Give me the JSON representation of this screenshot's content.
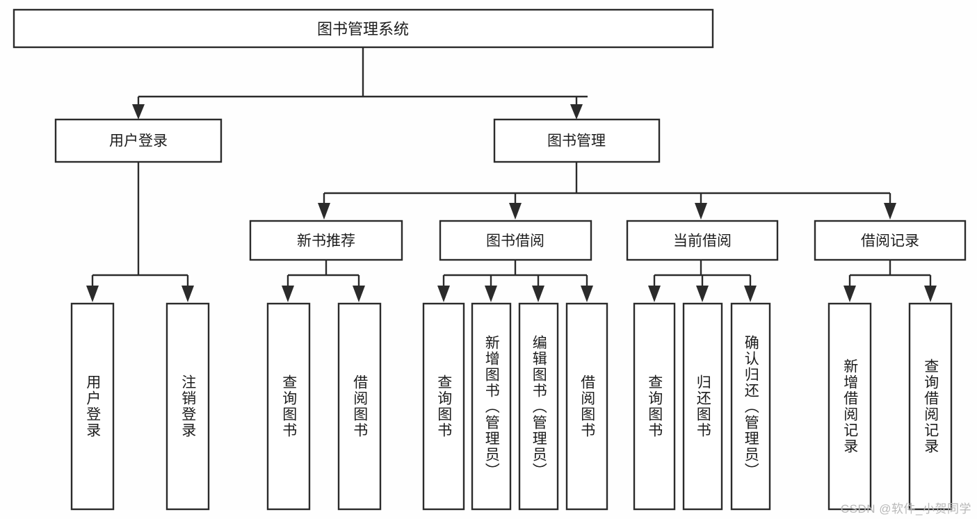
{
  "diagram": {
    "type": "tree-hierarchy",
    "title": "图书管理系统",
    "watermark": "CSDN @软件_小贺同学",
    "colors": {
      "background": "#fefefe",
      "box_fill": "#ffffff",
      "stroke": "#2b2b2b",
      "text": "#1c1c1c",
      "watermark": "#b8b8b8"
    },
    "root": {
      "label": "图书管理系统"
    },
    "level2": [
      {
        "label": "用户登录"
      },
      {
        "label": "图书管理"
      }
    ],
    "level3": [
      {
        "label": "新书推荐"
      },
      {
        "label": "图书借阅"
      },
      {
        "label": "当前借阅"
      },
      {
        "label": "借阅记录"
      }
    ],
    "leaves": {
      "user_login": [
        {
          "label": "用户登录"
        },
        {
          "label": "注销登录"
        }
      ],
      "new_book_recommend": [
        {
          "label": "查询图书"
        },
        {
          "label": "借阅图书"
        }
      ],
      "book_borrow": [
        {
          "label": "查询图书"
        },
        {
          "label": "新增图书（管理员）"
        },
        {
          "label": "编辑图书（管理员）"
        },
        {
          "label": "借阅图书"
        }
      ],
      "current_borrow": [
        {
          "label": "查询图书"
        },
        {
          "label": "归还图书"
        },
        {
          "label": "确认归还（管理员）"
        }
      ],
      "borrow_record": [
        {
          "label": "新增借阅记录"
        },
        {
          "label": "查询借阅记录"
        }
      ]
    }
  }
}
